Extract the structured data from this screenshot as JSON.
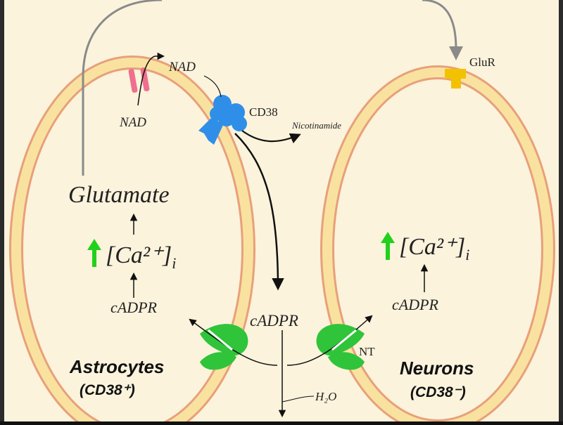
{
  "colors": {
    "background": "#fbf3dc",
    "membrane_outer": "#e8a07a",
    "membrane_fill": "#f9e2a0",
    "cd38": "#2f8fe8",
    "glur": "#f2c200",
    "channel": "#ee6f8e",
    "up_arrow": "#22d11b",
    "transporter": "#2fc43a",
    "frame": "#2b2b2b"
  },
  "icons": {
    "cd38": "receptor-icon",
    "glur": "receptor-icon",
    "channel": "channel-icon",
    "transporter": "transporter-icon"
  },
  "labels": {
    "nad_out": "NAD",
    "nad_in": "NAD",
    "cd38": "CD38",
    "nicotinamide": "Nicotinamide",
    "glur": "GluR",
    "glutamate": "Glutamate",
    "ca_left": "[Ca²⁺]",
    "ca_left_sub": "i",
    "cadpr_left": "cADPR",
    "cadpr_center": "cADPR",
    "ca_right": "[Ca²⁺]",
    "ca_right_sub": "i",
    "cadpr_right": "cADPR",
    "nt": "NT",
    "h2o": "H₂O",
    "astrocytes": "Astrocytes",
    "astrocytes_marker": "(CD38⁺)",
    "neurons": "Neurons",
    "neurons_marker": "(CD38⁻)"
  }
}
